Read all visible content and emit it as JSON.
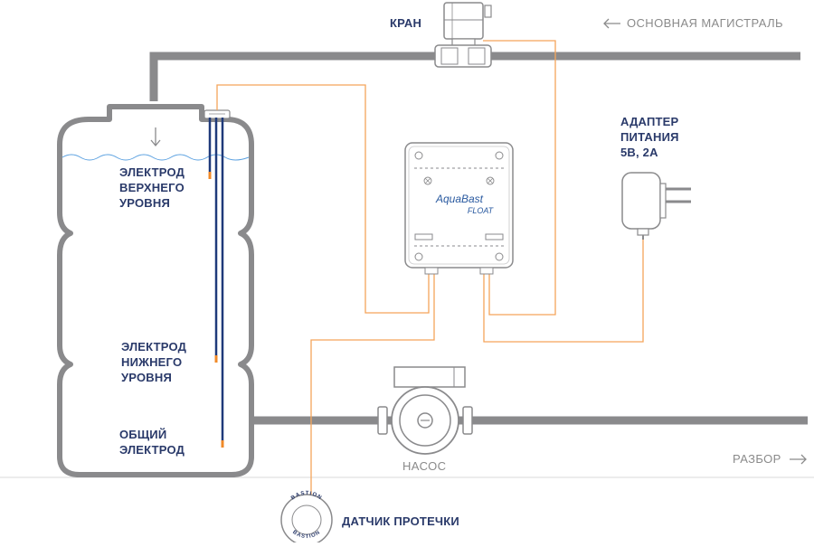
{
  "labels": {
    "valve": "КРАН",
    "main_line": "ОСНОВНАЯ МАГИСТРАЛЬ",
    "adapter_l1": "АДАПТЕР",
    "adapter_l2": "ПИТАНИЯ",
    "adapter_l3": "5В, 2А",
    "upper_electrode_l1": "ЭЛЕКТРОД",
    "upper_electrode_l2": "ВЕРХНЕГО",
    "upper_electrode_l3": "УРОВНЯ",
    "lower_electrode_l1": "ЭЛЕКТРОД",
    "lower_electrode_l2": "НИЖНЕГО",
    "lower_electrode_l3": "УРОВНЯ",
    "common_electrode_l1": "ОБЩИЙ",
    "common_electrode_l2": "ЭЛЕКТРОД",
    "pump": "НАСОС",
    "drain": "РАЗБОР",
    "leak_sensor": "ДАТЧИК ПРОТЕЧКИ",
    "controller_brand": "AquaBast",
    "controller_model": "FLOAT",
    "sensor_ring_text": "BASTION"
  },
  "icons": {
    "main_line_arrow": "arrow-left-icon",
    "drain_arrow": "arrow-right-icon",
    "fill_arrow": "arrow-down-icon"
  },
  "colors": {
    "pipe": "#8a8a8c",
    "wire": "#f5a55a",
    "electrode": "#1f3a7a",
    "electrode_tip": "#f08a28",
    "label": "#2a3a6a",
    "muted": "#8a8a8a",
    "water": "#5aa0e0"
  }
}
